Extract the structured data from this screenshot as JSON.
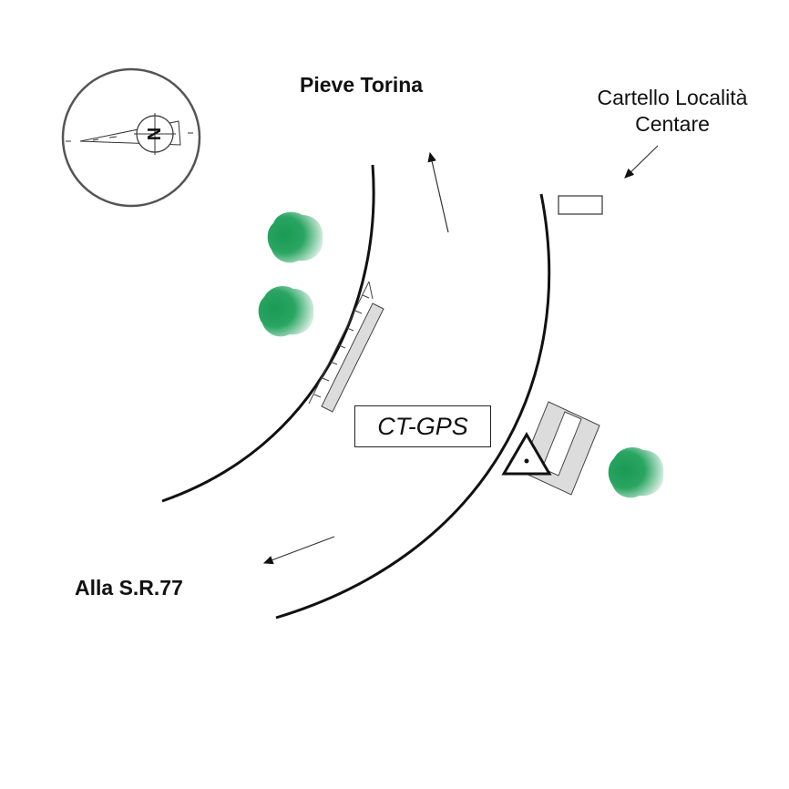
{
  "labels": {
    "north": "Pieve Torina",
    "south": "Alla S.R.77",
    "sign_line1": "Cartello Località",
    "sign_line2": "Centare",
    "station": "CT-GPS",
    "compass_letter": "N"
  },
  "colors": {
    "tree_green": "#1e9a55",
    "road_line": "#111111",
    "barrier_fill": "#dcdcdc"
  },
  "icons": [
    "compass-icon",
    "tree-icon",
    "station-triangle-icon",
    "direction-arrow-icon",
    "sign-icon",
    "guardrail-icon",
    "building-icon"
  ]
}
